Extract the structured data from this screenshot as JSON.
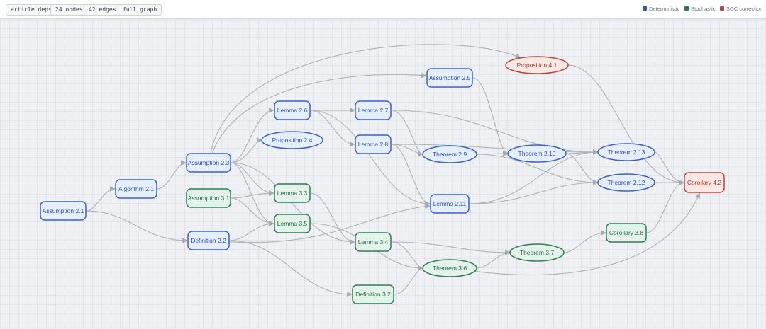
{
  "toolbar": {
    "chips": [
      "article deps",
      "24 nodes",
      "42 edges",
      "full graph"
    ]
  },
  "legend": [
    {
      "label": "Deterministic",
      "color": "#2f57b5"
    },
    {
      "label": "Stochastic",
      "color": "#2c7a5a"
    },
    {
      "label": "SOC correction",
      "color": "#b5483c"
    }
  ],
  "graph": {
    "nodes": [
      {
        "id": "a21",
        "label": "Assumption 2.1",
        "kind": "det"
      },
      {
        "id": "alg21",
        "label": "Algorithm 2.1",
        "kind": "det"
      },
      {
        "id": "a23",
        "label": "Assumption 2.3",
        "kind": "det"
      },
      {
        "id": "d22",
        "label": "Definition 2.2",
        "kind": "det"
      },
      {
        "id": "a31",
        "label": "Assumption 3.1",
        "kind": "sto"
      },
      {
        "id": "l26",
        "label": "Lemma 2.6",
        "kind": "det"
      },
      {
        "id": "p24",
        "label": "Proposition 2.4",
        "kind": "det"
      },
      {
        "id": "l33",
        "label": "Lemma 3.3",
        "kind": "sto"
      },
      {
        "id": "l35",
        "label": "Lemma 3.5",
        "kind": "sto"
      },
      {
        "id": "l27",
        "label": "Lemma 2.7",
        "kind": "det"
      },
      {
        "id": "l28",
        "label": "Lemma 2.8",
        "kind": "det"
      },
      {
        "id": "l34",
        "label": "Lemma 3.4",
        "kind": "sto"
      },
      {
        "id": "d32",
        "label": "Definition 3.2",
        "kind": "sto"
      },
      {
        "id": "a25",
        "label": "Assumption 2.5",
        "kind": "det"
      },
      {
        "id": "t29",
        "label": "Theorem 2.9",
        "kind": "det"
      },
      {
        "id": "l211",
        "label": "Lemma 2.11",
        "kind": "det"
      },
      {
        "id": "t36",
        "label": "Theorem 3.6",
        "kind": "sto"
      },
      {
        "id": "p41",
        "label": "Proposition 4.1",
        "kind": "soc"
      },
      {
        "id": "t210",
        "label": "Theorem 2.10",
        "kind": "det"
      },
      {
        "id": "t37",
        "label": "Theorem 3.7",
        "kind": "sto"
      },
      {
        "id": "t213",
        "label": "Theorem 2.13",
        "kind": "det"
      },
      {
        "id": "t212",
        "label": "Theorem 2.12",
        "kind": "det"
      },
      {
        "id": "c38",
        "label": "Corollary 3.8",
        "kind": "sto"
      },
      {
        "id": "c42",
        "label": "Corollary 4.2",
        "kind": "soc"
      }
    ],
    "edges": [
      [
        "a21",
        "alg21"
      ],
      [
        "a21",
        "d22"
      ],
      [
        "alg21",
        "a23"
      ],
      [
        "a23",
        "l26"
      ],
      [
        "a23",
        "p24"
      ],
      [
        "a23",
        "l33"
      ],
      [
        "a23",
        "l35"
      ],
      [
        "a23",
        "l34"
      ],
      [
        "a23",
        "a25"
      ],
      [
        "a23",
        "p41"
      ],
      [
        "a31",
        "l33"
      ],
      [
        "a31",
        "l35"
      ],
      [
        "d22",
        "l35"
      ],
      [
        "d22",
        "l211"
      ],
      [
        "d22",
        "d32"
      ],
      [
        "l26",
        "l27"
      ],
      [
        "l26",
        "l28"
      ],
      [
        "l26",
        "l211"
      ],
      [
        "l27",
        "t29"
      ],
      [
        "l27",
        "t213"
      ],
      [
        "l28",
        "t29"
      ],
      [
        "l28",
        "l211"
      ],
      [
        "l28",
        "t213"
      ],
      [
        "l33",
        "l34"
      ],
      [
        "l35",
        "t36"
      ],
      [
        "l34",
        "t36"
      ],
      [
        "l34",
        "t37"
      ],
      [
        "d32",
        "t36"
      ],
      [
        "a25",
        "t210"
      ],
      [
        "t29",
        "t210"
      ],
      [
        "t29",
        "t212"
      ],
      [
        "t210",
        "t213"
      ],
      [
        "t210",
        "t212"
      ],
      [
        "l211",
        "t213"
      ],
      [
        "l211",
        "t212"
      ],
      [
        "t36",
        "t37"
      ],
      [
        "t36",
        "c42"
      ],
      [
        "t37",
        "c38"
      ],
      [
        "c38",
        "c42"
      ],
      [
        "t213",
        "c42"
      ],
      [
        "t212",
        "c42"
      ],
      [
        "p41",
        "c42"
      ]
    ]
  }
}
